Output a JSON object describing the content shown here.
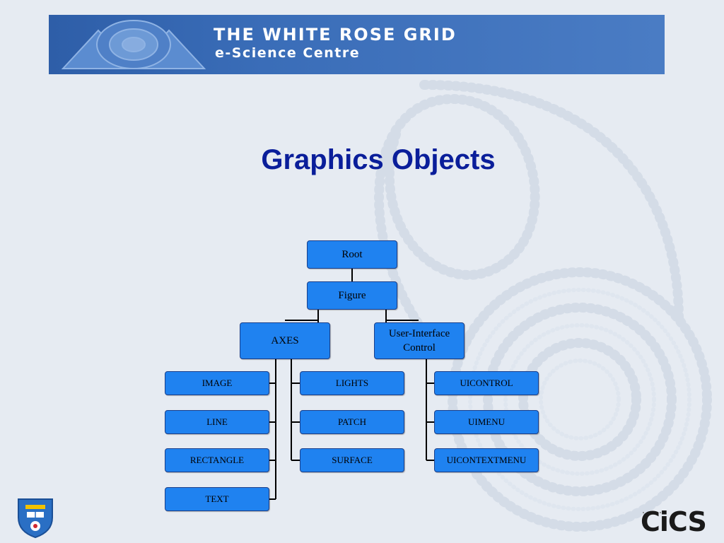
{
  "banner": {
    "title": "THE WHITE ROSE GRID",
    "subtitle": "e-Science Centre"
  },
  "slide_title": "Graphics Objects",
  "tree": {
    "root": "Root",
    "figure": "Figure",
    "axes": "AXES",
    "uicontrol_group": "User-Interface\nControl",
    "axes_children_col1": [
      "IMAGE",
      "LINE",
      "RECTANGLE",
      "TEXT"
    ],
    "axes_children_col2": [
      "LIGHTS",
      "PATCH",
      "SURFACE"
    ],
    "ui_children": [
      "UICONTROL",
      "UIMENU",
      "UICONTEXTMENU"
    ]
  },
  "logos": {
    "cics": "CiCS"
  },
  "colors": {
    "node_fill": "#1f82f0",
    "node_border": "#1a3f8a",
    "title": "#0a1e9a",
    "banner": "#3a6db8"
  }
}
